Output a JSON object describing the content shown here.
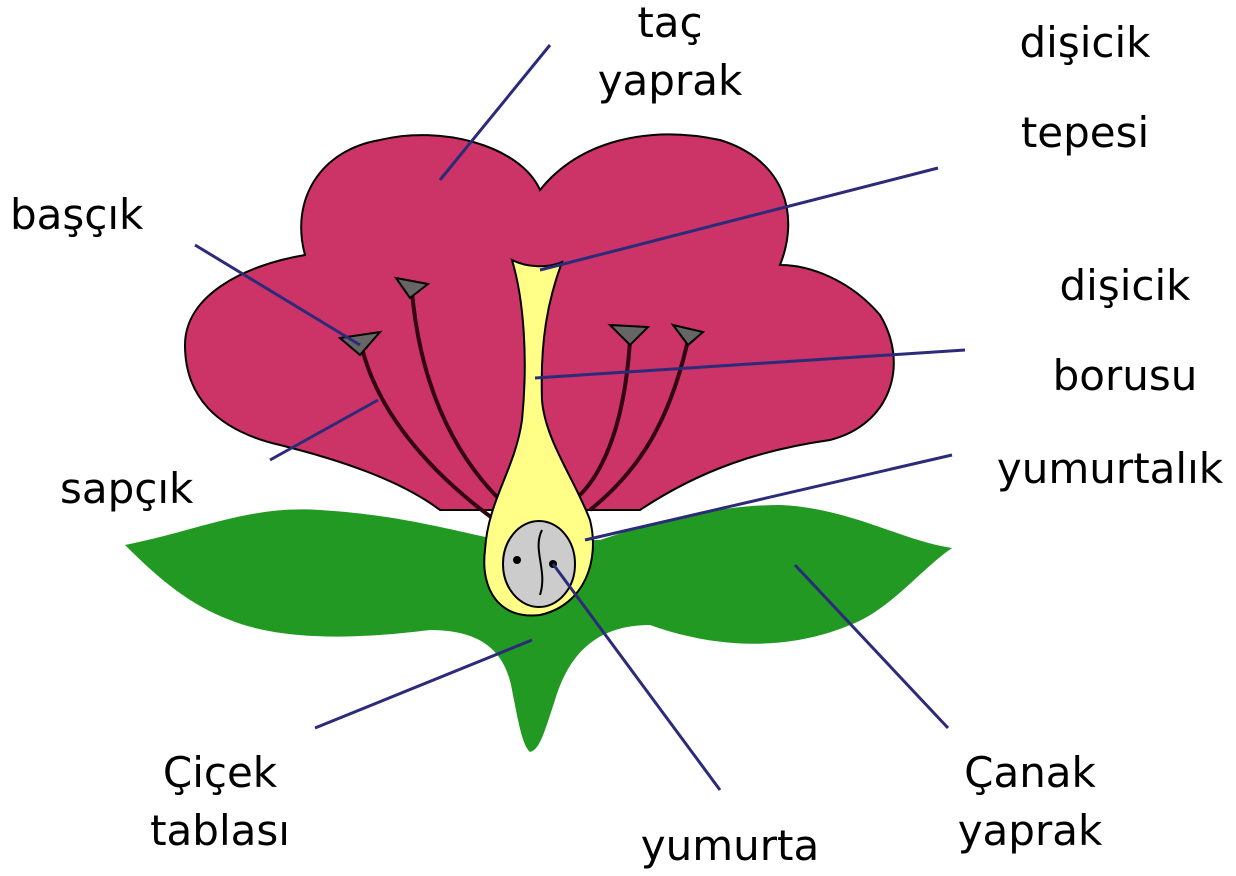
{
  "labels": {
    "tac_1": "taç",
    "tac_2": "yaprak",
    "disicik_tepesi_1": "dişicik",
    "disicik_tepesi_2": "tepesi",
    "bascik": "başçık",
    "disicik_borusu_1": "dişicik",
    "disicik_borusu_2": "borusu",
    "sapcik": "sapçık",
    "yumurtalik": "yumurtalık",
    "cicek_tablasi_1": "Çiçek",
    "cicek_tablasi_2": "tablası",
    "yumurta": "yumurta",
    "canak_1": "Çanak",
    "canak_2": "yaprak"
  },
  "colors": {
    "petal": "#cc3366",
    "sepal": "#229922",
    "pistil": "#ffff88",
    "ovary_inner": "#cccccc",
    "anther": "#666666",
    "filament": "#330011",
    "leader_line": "#2b2b7a",
    "outline": "#000000"
  }
}
